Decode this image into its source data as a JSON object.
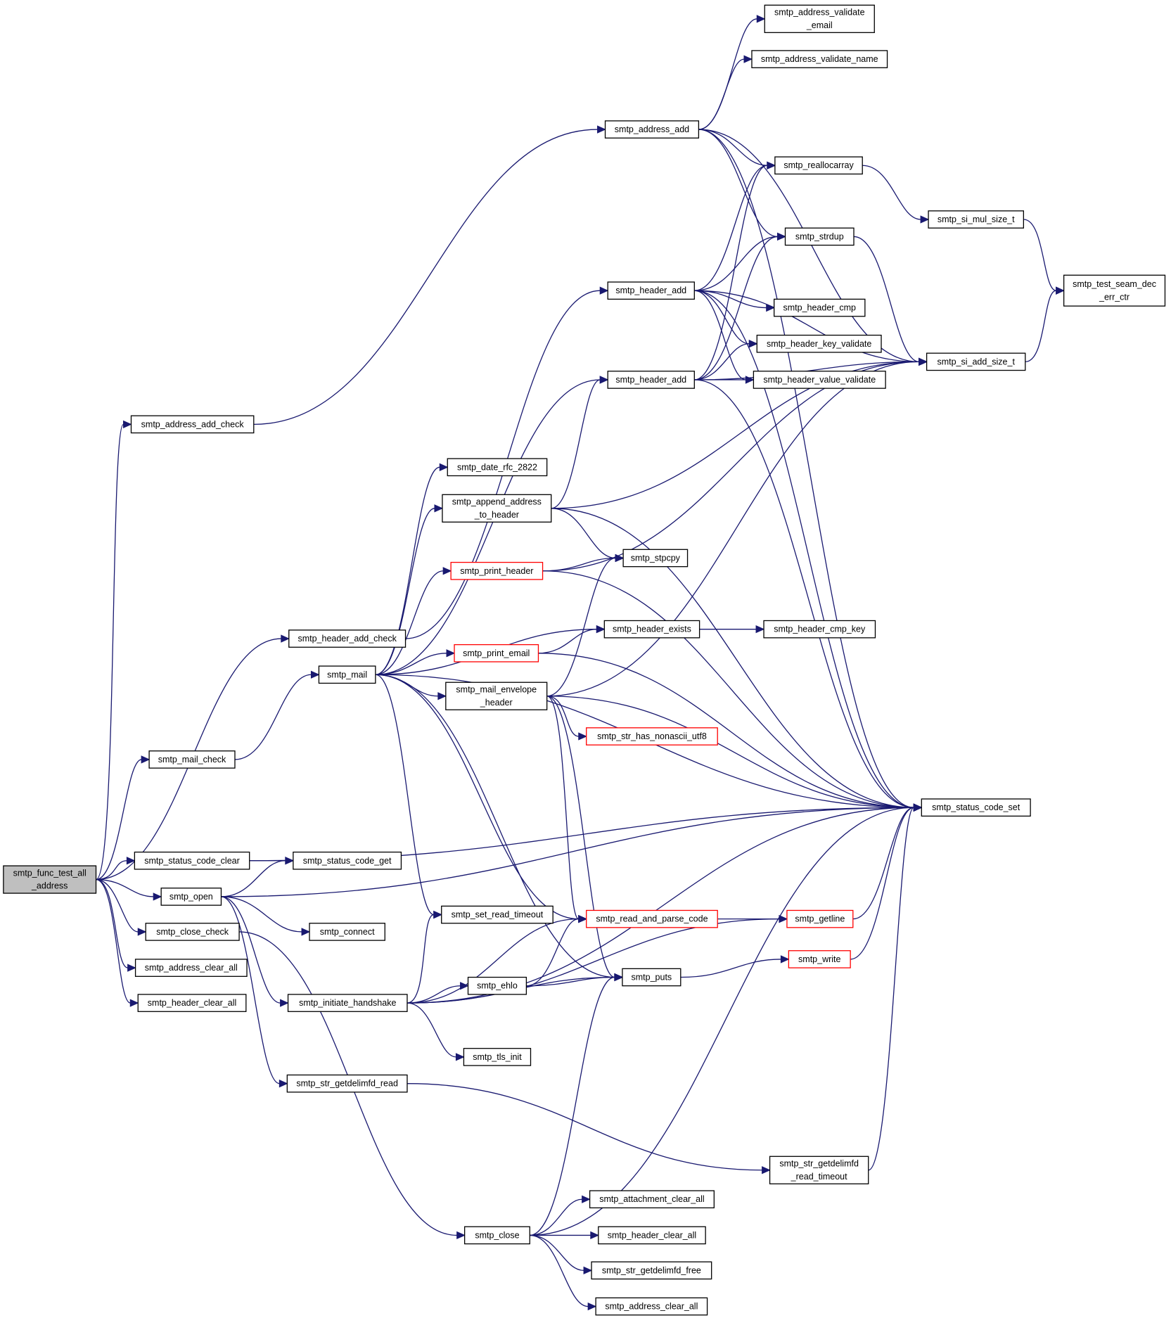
{
  "diagram": {
    "type": "call-graph",
    "colors": {
      "edge": "#191970",
      "root_fill": "#bfbfbf",
      "incomplete_border": "#ff0000",
      "node_border": "#000000"
    },
    "nodes": [
      {
        "id": "root",
        "lines": [
          "smtp_func_test_all",
          "_address"
        ],
        "style": "root"
      },
      {
        "id": "address_add_check",
        "lines": [
          "smtp_address_add_check"
        ]
      },
      {
        "id": "header_add_check",
        "lines": [
          "smtp_header_add_check"
        ]
      },
      {
        "id": "mail_check",
        "lines": [
          "smtp_mail_check"
        ]
      },
      {
        "id": "status_code_clear",
        "lines": [
          "smtp_status_code_clear"
        ]
      },
      {
        "id": "open",
        "lines": [
          "smtp_open"
        ]
      },
      {
        "id": "close_check",
        "lines": [
          "smtp_close_check"
        ]
      },
      {
        "id": "address_clear_all_1",
        "lines": [
          "smtp_address_clear_all"
        ]
      },
      {
        "id": "header_clear_all_1",
        "lines": [
          "smtp_header_clear_all"
        ]
      },
      {
        "id": "mail",
        "lines": [
          "smtp_mail"
        ]
      },
      {
        "id": "status_code_get",
        "lines": [
          "smtp_status_code_get"
        ]
      },
      {
        "id": "connect",
        "lines": [
          "smtp_connect"
        ]
      },
      {
        "id": "initiate_handshake",
        "lines": [
          "smtp_initiate_handshake"
        ]
      },
      {
        "id": "str_getdelimfd_read",
        "lines": [
          "smtp_str_getdelimfd_read"
        ]
      },
      {
        "id": "date_rfc_2822",
        "lines": [
          "smtp_date_rfc_2822"
        ]
      },
      {
        "id": "append_address_to_header",
        "lines": [
          "smtp_append_address",
          "_to_header"
        ]
      },
      {
        "id": "print_header",
        "lines": [
          "smtp_print_header"
        ],
        "style": "red"
      },
      {
        "id": "print_email",
        "lines": [
          "smtp_print_email"
        ],
        "style": "red"
      },
      {
        "id": "mail_envelope_header",
        "lines": [
          "smtp_mail_envelope",
          "_header"
        ]
      },
      {
        "id": "set_read_timeout",
        "lines": [
          "smtp_set_read_timeout"
        ]
      },
      {
        "id": "ehlo",
        "lines": [
          "smtp_ehlo"
        ]
      },
      {
        "id": "tls_init",
        "lines": [
          "smtp_tls_init"
        ]
      },
      {
        "id": "close",
        "lines": [
          "smtp_close"
        ]
      },
      {
        "id": "address_add",
        "lines": [
          "smtp_address_add"
        ]
      },
      {
        "id": "header_add_a",
        "lines": [
          "smtp_header_add"
        ]
      },
      {
        "id": "header_add_b",
        "lines": [
          "smtp_header_add"
        ]
      },
      {
        "id": "stpcpy",
        "lines": [
          "smtp_stpcpy"
        ]
      },
      {
        "id": "header_exists",
        "lines": [
          "smtp_header_exists"
        ]
      },
      {
        "id": "str_has_nonascii_utf8",
        "lines": [
          "smtp_str_has_nonascii_utf8"
        ],
        "style": "red"
      },
      {
        "id": "read_and_parse_code",
        "lines": [
          "smtp_read_and_parse_code"
        ],
        "style": "red"
      },
      {
        "id": "puts",
        "lines": [
          "smtp_puts"
        ]
      },
      {
        "id": "attachment_clear_all",
        "lines": [
          "smtp_attachment_clear_all"
        ]
      },
      {
        "id": "header_clear_all_2",
        "lines": [
          "smtp_header_clear_all"
        ]
      },
      {
        "id": "str_getdelimfd_free",
        "lines": [
          "smtp_str_getdelimfd_free"
        ]
      },
      {
        "id": "address_clear_all_2",
        "lines": [
          "smtp_address_clear_all"
        ]
      },
      {
        "id": "address_validate_email",
        "lines": [
          "smtp_address_validate",
          "_email"
        ]
      },
      {
        "id": "address_validate_name",
        "lines": [
          "smtp_address_validate_name"
        ]
      },
      {
        "id": "reallocarray",
        "lines": [
          "smtp_reallocarray"
        ]
      },
      {
        "id": "strdup",
        "lines": [
          "smtp_strdup"
        ]
      },
      {
        "id": "header_cmp",
        "lines": [
          "smtp_header_cmp"
        ]
      },
      {
        "id": "header_key_validate",
        "lines": [
          "smtp_header_key_validate"
        ]
      },
      {
        "id": "header_value_validate",
        "lines": [
          "smtp_header_value_validate"
        ]
      },
      {
        "id": "header_cmp_key",
        "lines": [
          "smtp_header_cmp_key"
        ]
      },
      {
        "id": "getline",
        "lines": [
          "smtp_getline"
        ],
        "style": "red"
      },
      {
        "id": "write",
        "lines": [
          "smtp_write"
        ],
        "style": "red"
      },
      {
        "id": "str_getdelimfd_read_timeout",
        "lines": [
          "smtp_str_getdelimfd",
          "_read_timeout"
        ]
      },
      {
        "id": "si_mul_size_t",
        "lines": [
          "smtp_si_mul_size_t"
        ]
      },
      {
        "id": "si_add_size_t",
        "lines": [
          "smtp_si_add_size_t"
        ]
      },
      {
        "id": "status_code_set",
        "lines": [
          "smtp_status_code_set"
        ]
      },
      {
        "id": "test_seam_dec_err_ctr",
        "lines": [
          "smtp_test_seam_dec",
          "_err_ctr"
        ]
      }
    ],
    "edges": [
      [
        "root",
        "address_add_check"
      ],
      [
        "root",
        "header_add_check"
      ],
      [
        "root",
        "mail_check"
      ],
      [
        "root",
        "status_code_clear"
      ],
      [
        "root",
        "open"
      ],
      [
        "root",
        "close_check"
      ],
      [
        "root",
        "address_clear_all_1"
      ],
      [
        "root",
        "header_clear_all_1"
      ],
      [
        "address_add_check",
        "address_add"
      ],
      [
        "header_add_check",
        "header_add_a"
      ],
      [
        "mail_check",
        "mail"
      ],
      [
        "status_code_clear",
        "status_code_get"
      ],
      [
        "status_code_clear",
        "status_code_set"
      ],
      [
        "open",
        "status_code_get"
      ],
      [
        "open",
        "status_code_set"
      ],
      [
        "open",
        "connect"
      ],
      [
        "open",
        "initiate_handshake"
      ],
      [
        "open",
        "str_getdelimfd_read"
      ],
      [
        "close_check",
        "close"
      ],
      [
        "mail",
        "header_add_b"
      ],
      [
        "mail",
        "date_rfc_2822"
      ],
      [
        "mail",
        "append_address_to_header"
      ],
      [
        "mail",
        "print_header"
      ],
      [
        "mail",
        "header_exists"
      ],
      [
        "mail",
        "print_email"
      ],
      [
        "mail",
        "mail_envelope_header"
      ],
      [
        "mail",
        "status_code_set"
      ],
      [
        "mail",
        "read_and_parse_code"
      ],
      [
        "mail",
        "set_read_timeout"
      ],
      [
        "mail",
        "puts"
      ],
      [
        "initiate_handshake",
        "set_read_timeout"
      ],
      [
        "initiate_handshake",
        "read_and_parse_code"
      ],
      [
        "initiate_handshake",
        "ehlo"
      ],
      [
        "initiate_handshake",
        "tls_init"
      ],
      [
        "initiate_handshake",
        "puts"
      ],
      [
        "initiate_handshake",
        "getline"
      ],
      [
        "initiate_handshake",
        "status_code_set"
      ],
      [
        "str_getdelimfd_read",
        "str_getdelimfd_read_timeout"
      ],
      [
        "append_address_to_header",
        "header_add_b"
      ],
      [
        "append_address_to_header",
        "stpcpy"
      ],
      [
        "append_address_to_header",
        "si_add_size_t"
      ],
      [
        "append_address_to_header",
        "status_code_set"
      ],
      [
        "print_header",
        "stpcpy"
      ],
      [
        "print_header",
        "si_add_size_t"
      ],
      [
        "print_header",
        "status_code_set"
      ],
      [
        "print_email",
        "header_exists"
      ],
      [
        "print_email",
        "status_code_set"
      ],
      [
        "mail_envelope_header",
        "stpcpy"
      ],
      [
        "mail_envelope_header",
        "str_has_nonascii_utf8"
      ],
      [
        "mail_envelope_header",
        "si_add_size_t"
      ],
      [
        "mail_envelope_header",
        "status_code_set"
      ],
      [
        "mail_envelope_header",
        "read_and_parse_code"
      ],
      [
        "mail_envelope_header",
        "puts"
      ],
      [
        "ehlo",
        "read_and_parse_code"
      ],
      [
        "ehlo",
        "puts"
      ],
      [
        "close",
        "attachment_clear_all"
      ],
      [
        "close",
        "header_clear_all_2"
      ],
      [
        "close",
        "str_getdelimfd_free"
      ],
      [
        "close",
        "address_clear_all_2"
      ],
      [
        "close",
        "puts"
      ],
      [
        "close",
        "status_code_set"
      ],
      [
        "address_add",
        "address_validate_email"
      ],
      [
        "address_add",
        "address_validate_name"
      ],
      [
        "address_add",
        "si_add_size_t"
      ],
      [
        "address_add",
        "reallocarray"
      ],
      [
        "address_add",
        "strdup"
      ],
      [
        "address_add",
        "status_code_set"
      ],
      [
        "header_add_a",
        "reallocarray"
      ],
      [
        "header_add_a",
        "strdup"
      ],
      [
        "header_add_a",
        "header_cmp"
      ],
      [
        "header_add_a",
        "header_key_validate"
      ],
      [
        "header_add_a",
        "header_value_validate"
      ],
      [
        "header_add_a",
        "si_add_size_t"
      ],
      [
        "header_add_a",
        "status_code_set"
      ],
      [
        "header_add_b",
        "header_key_validate"
      ],
      [
        "header_add_b",
        "header_value_validate"
      ],
      [
        "header_add_b",
        "reallocarray"
      ],
      [
        "header_add_b",
        "strdup"
      ],
      [
        "header_add_b",
        "si_add_size_t"
      ],
      [
        "header_add_b",
        "status_code_set"
      ],
      [
        "header_exists",
        "header_cmp_key"
      ],
      [
        "read_and_parse_code",
        "getline"
      ],
      [
        "puts",
        "write"
      ],
      [
        "getline",
        "status_code_set"
      ],
      [
        "write",
        "status_code_set"
      ],
      [
        "str_getdelimfd_read_timeout",
        "status_code_set"
      ],
      [
        "reallocarray",
        "si_mul_size_t"
      ],
      [
        "strdup",
        "si_add_size_t"
      ],
      [
        "si_mul_size_t",
        "test_seam_dec_err_ctr"
      ],
      [
        "si_add_size_t",
        "test_seam_dec_err_ctr"
      ]
    ]
  }
}
